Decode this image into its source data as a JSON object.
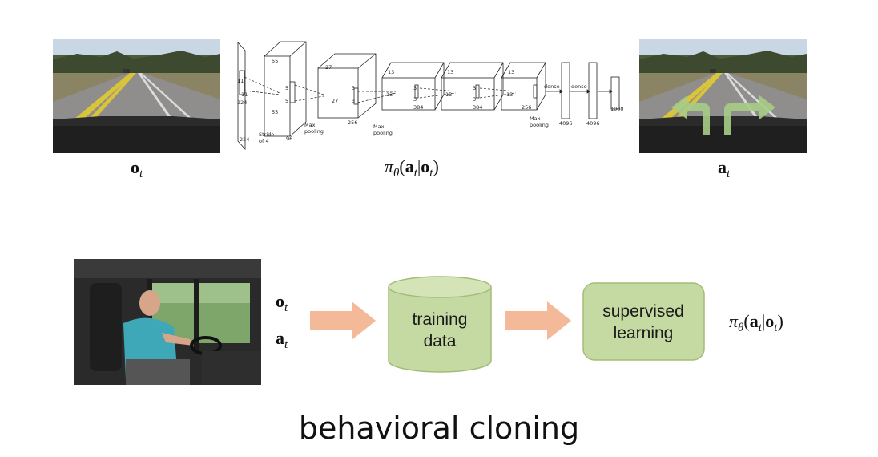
{
  "top_row": {
    "observation_label": {
      "bold": "o",
      "sub": "t"
    },
    "policy_label": {
      "pi": "π",
      "theta": "θ",
      "a_bold": "a",
      "a_sub": "t",
      "bar": "|",
      "o_bold": "o",
      "o_sub": "t"
    },
    "action_label": {
      "bold": "a",
      "sub": "t"
    },
    "network": {
      "dims": [
        "224",
        "224",
        "11",
        "11",
        "55",
        "55",
        "5",
        "5",
        "27",
        "27",
        "3",
        "3",
        "13",
        "13",
        "3",
        "3",
        "13",
        "13",
        "3",
        "3",
        "13",
        "13",
        "4096",
        "4096",
        "1000"
      ],
      "channels": [
        "96",
        "256",
        "384",
        "384",
        "256"
      ],
      "stride_lines": [
        "Stride",
        "of 4"
      ],
      "pool_lines": [
        "Max",
        "pooling"
      ],
      "dense": "dense"
    }
  },
  "bottom_row": {
    "inputs": [
      {
        "bold": "o",
        "sub": "t"
      },
      {
        "bold": "a",
        "sub": "t"
      }
    ],
    "training_data_lines": [
      "training",
      "data"
    ],
    "supervised_lines": [
      "supervised",
      "learning"
    ],
    "output_label": {
      "pi": "π",
      "theta": "θ",
      "a_bold": "a",
      "a_sub": "t",
      "bar": "|",
      "o_bold": "o",
      "o_sub": "t"
    }
  },
  "title": "behavioral cloning",
  "colors": {
    "arrow": "#f3b999",
    "node_fill": "#c5d9a2",
    "node_stroke": "#a3bd78",
    "turn_arrows": "#a6cc86"
  }
}
